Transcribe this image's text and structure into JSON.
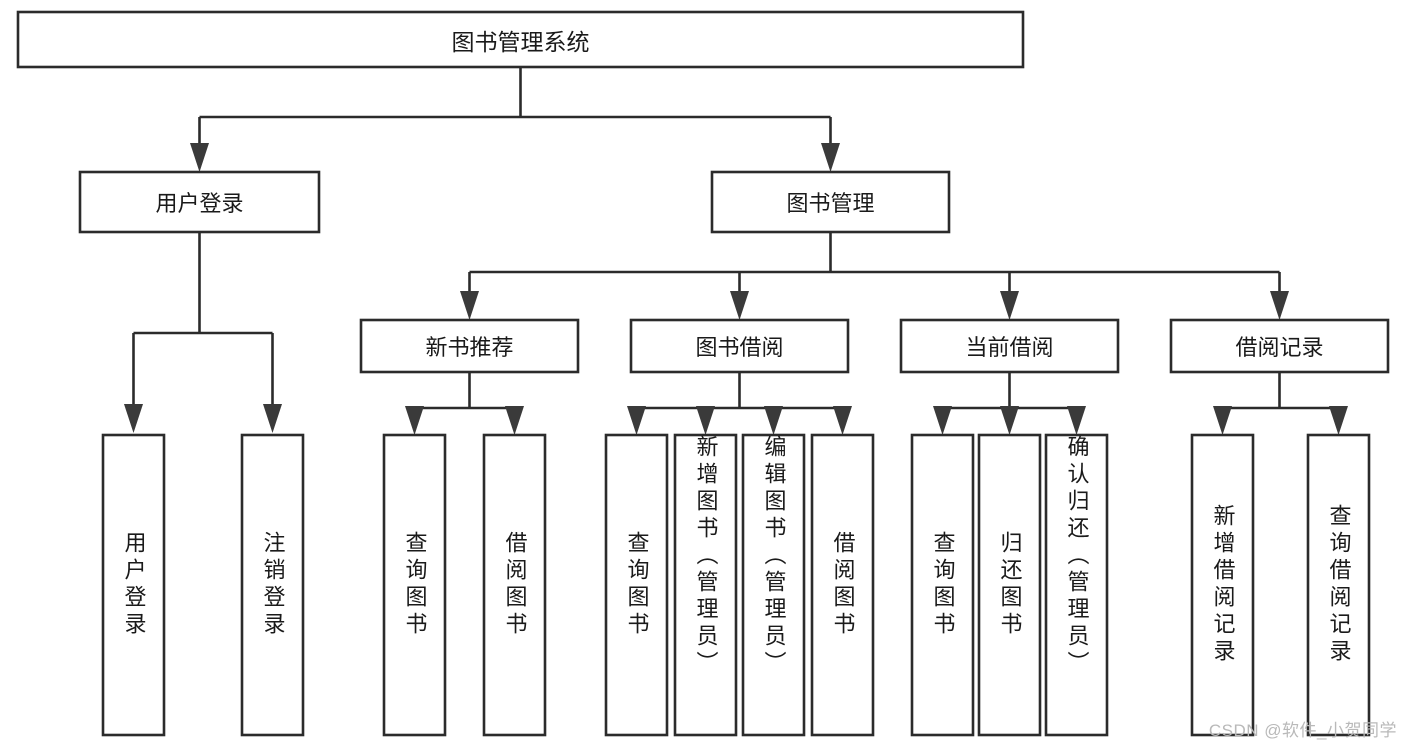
{
  "diagram": {
    "type": "hierarchy-tree",
    "title": "图书管理系统",
    "orientation": "top-down",
    "levels": 4,
    "root": {
      "id": "root",
      "label": "图书管理系统",
      "text_direction": "horizontal"
    },
    "level2": [
      {
        "id": "user-login",
        "label": "用户登录",
        "text_direction": "horizontal"
      },
      {
        "id": "book-manage",
        "label": "图书管理",
        "text_direction": "horizontal"
      }
    ],
    "level3": [
      {
        "id": "new-book-recommend",
        "label": "新书推荐",
        "parent": "book-manage",
        "text_direction": "horizontal"
      },
      {
        "id": "book-borrow",
        "label": "图书借阅",
        "parent": "book-manage",
        "text_direction": "horizontal"
      },
      {
        "id": "current-borrow",
        "label": "当前借阅",
        "parent": "book-manage",
        "text_direction": "horizontal"
      },
      {
        "id": "borrow-record",
        "label": "借阅记录",
        "parent": "book-manage",
        "text_direction": "horizontal"
      }
    ],
    "leaves": [
      {
        "id": "leaf-user-login",
        "label": "用户登录",
        "parent": "user-login",
        "text_direction": "vertical"
      },
      {
        "id": "leaf-logout-login",
        "label": "注销登录",
        "parent": "user-login",
        "text_direction": "vertical"
      },
      {
        "id": "leaf-query-book-1",
        "label": "查询图书",
        "parent": "new-book-recommend",
        "text_direction": "vertical"
      },
      {
        "id": "leaf-borrow-book-1",
        "label": "借阅图书",
        "parent": "new-book-recommend",
        "text_direction": "vertical"
      },
      {
        "id": "leaf-query-book-2",
        "label": "查询图书",
        "parent": "book-borrow",
        "text_direction": "vertical"
      },
      {
        "id": "leaf-add-book",
        "label": "新增图书（管理员）",
        "parent": "book-borrow",
        "text_direction": "vertical"
      },
      {
        "id": "leaf-edit-book",
        "label": "编辑图书（管理员）",
        "parent": "book-borrow",
        "text_direction": "vertical"
      },
      {
        "id": "leaf-borrow-book-2",
        "label": "借阅图书",
        "parent": "book-borrow",
        "text_direction": "vertical"
      },
      {
        "id": "leaf-query-book-3",
        "label": "查询图书",
        "parent": "current-borrow",
        "text_direction": "vertical"
      },
      {
        "id": "leaf-return-book",
        "label": "归还图书",
        "parent": "current-borrow",
        "text_direction": "vertical"
      },
      {
        "id": "leaf-confirm-return",
        "label": "确认归还（管理员）",
        "parent": "current-borrow",
        "text_direction": "vertical"
      },
      {
        "id": "leaf-add-record",
        "label": "新增借阅记录",
        "parent": "borrow-record",
        "text_direction": "vertical"
      },
      {
        "id": "leaf-query-record",
        "label": "查询借阅记录",
        "parent": "borrow-record",
        "text_direction": "vertical"
      }
    ]
  },
  "watermark": {
    "text": "CSDN @软件_小贺同学"
  },
  "colors": {
    "background": "#ffffff",
    "box_fill": "#ffffff",
    "box_stroke": "#2b2b2b",
    "connector": "#2b2b2b",
    "arrow": "#3a3a3a",
    "text": "#1a1a1a",
    "watermark": "#b9b9b9"
  }
}
